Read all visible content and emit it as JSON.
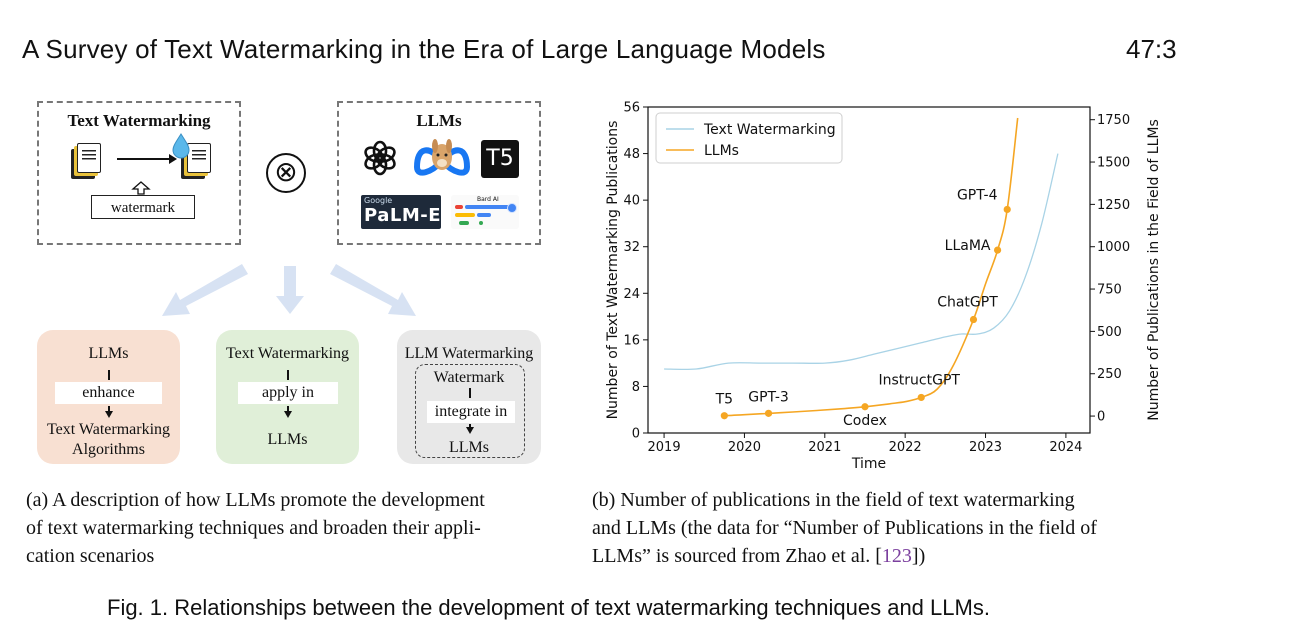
{
  "header": {
    "running_title": "A Survey of Text Watermarking in the Era of Large Language Models",
    "page_number": "47:3"
  },
  "panel_a": {
    "tw_box": {
      "title": "Text Watermarking",
      "watermark_label": "watermark"
    },
    "llm_box": {
      "title": "LLMs",
      "logos": [
        "openai-icon",
        "meta-llama-icon",
        "t5-icon",
        "palm-e-icon",
        "bard-ai-icon"
      ],
      "t5_label": "T5",
      "palm_label": "PaLM-E",
      "google_label": "Google",
      "bard_label": "Bard AI"
    },
    "operator_symbol": "⊗",
    "arrow_color": "#d7e2f3",
    "boxes": [
      {
        "top": "LLMs",
        "middle": "enhance",
        "bottom_line1": "Text Watermarking",
        "bottom_line2": "Algorithms",
        "color": "#f8e0d2"
      },
      {
        "top": "Text Watermarking",
        "middle": "apply in",
        "bottom_line1": "LLMs",
        "color": "#e0efd8"
      },
      {
        "top": "LLM Watermarking",
        "inner_top": "Watermark",
        "middle": "integrate in",
        "bottom_line1": "LLMs",
        "color": "#e8e8e8"
      }
    ],
    "caption": {
      "line1": "(a)  A description of how LLMs promote the development",
      "line2": "of text watermarking techniques and broaden their appli-",
      "line3": "cation scenarios"
    }
  },
  "chart_data": {
    "type": "line",
    "title": "",
    "xlabel": "Time",
    "ylabel_left": "Number of Text Watermarking Publications",
    "ylabel_right": "Number of Publications in the Field of LLMs",
    "xlim": [
      2018.8,
      2024.3
    ],
    "ylim_left": [
      0,
      56
    ],
    "ylim_right": [
      -100,
      1825
    ],
    "x_ticks": [
      2019,
      2020,
      2021,
      2022,
      2023,
      2024
    ],
    "y_ticks_left": [
      0,
      8,
      16,
      24,
      32,
      40,
      48,
      56
    ],
    "y_ticks_right": [
      0,
      250,
      500,
      750,
      1000,
      1250,
      1500,
      1750
    ],
    "legend": {
      "position": "top-left",
      "entries": [
        "Text Watermarking",
        "LLMs"
      ]
    },
    "grid": false,
    "series": [
      {
        "name": "Text Watermarking",
        "axis": "left",
        "color": "#a9d3e6",
        "x": [
          2019.0,
          2019.4,
          2019.8,
          2020.2,
          2020.6,
          2021.0,
          2021.3,
          2021.6,
          2021.9,
          2022.2,
          2022.5,
          2022.7,
          2022.9,
          2023.1,
          2023.3,
          2023.5,
          2023.7,
          2023.9
        ],
        "y": [
          11,
          11,
          12,
          12,
          12,
          12,
          12.5,
          13.5,
          14.5,
          15.5,
          16.5,
          17,
          17,
          18,
          21,
          27,
          36,
          48
        ]
      },
      {
        "name": "LLMs",
        "axis": "right",
        "color": "#f5a623",
        "x": [
          2019.75,
          2020.0,
          2020.3,
          2020.6,
          2020.9,
          2021.2,
          2021.5,
          2021.8,
          2022.0,
          2022.2,
          2022.4,
          2022.6,
          2022.85,
          2023.0,
          2023.15,
          2023.27,
          2023.4
        ],
        "y": [
          2,
          8,
          16,
          24,
          33,
          43,
          55,
          72,
          85,
          110,
          160,
          300,
          570,
          780,
          980,
          1220,
          1760
        ]
      }
    ],
    "annotations": [
      {
        "label": "T5",
        "x": 2019.75,
        "y": 2
      },
      {
        "label": "GPT-3",
        "x": 2020.3,
        "y": 16
      },
      {
        "label": "Codex",
        "x": 2021.5,
        "y": 55
      },
      {
        "label": "InstructGPT",
        "x": 2022.2,
        "y": 110
      },
      {
        "label": "ChatGPT",
        "x": 2022.85,
        "y": 570
      },
      {
        "label": "LLaMA",
        "x": 2023.15,
        "y": 980
      },
      {
        "label": "GPT-4",
        "x": 2023.27,
        "y": 1220
      }
    ]
  },
  "panel_b": {
    "caption": {
      "line1": "(b)  Number of publications in the field of text watermarking",
      "line2": "and LLMs (the data for “Number of Publications in the field of",
      "line3_pre": "LLMs” is sourced from Zhao et al. [",
      "line3_ref": "123",
      "line3_post": "])"
    }
  },
  "figure_caption": "Fig. 1.  Relationships between the development of text watermarking techniques and LLMs."
}
